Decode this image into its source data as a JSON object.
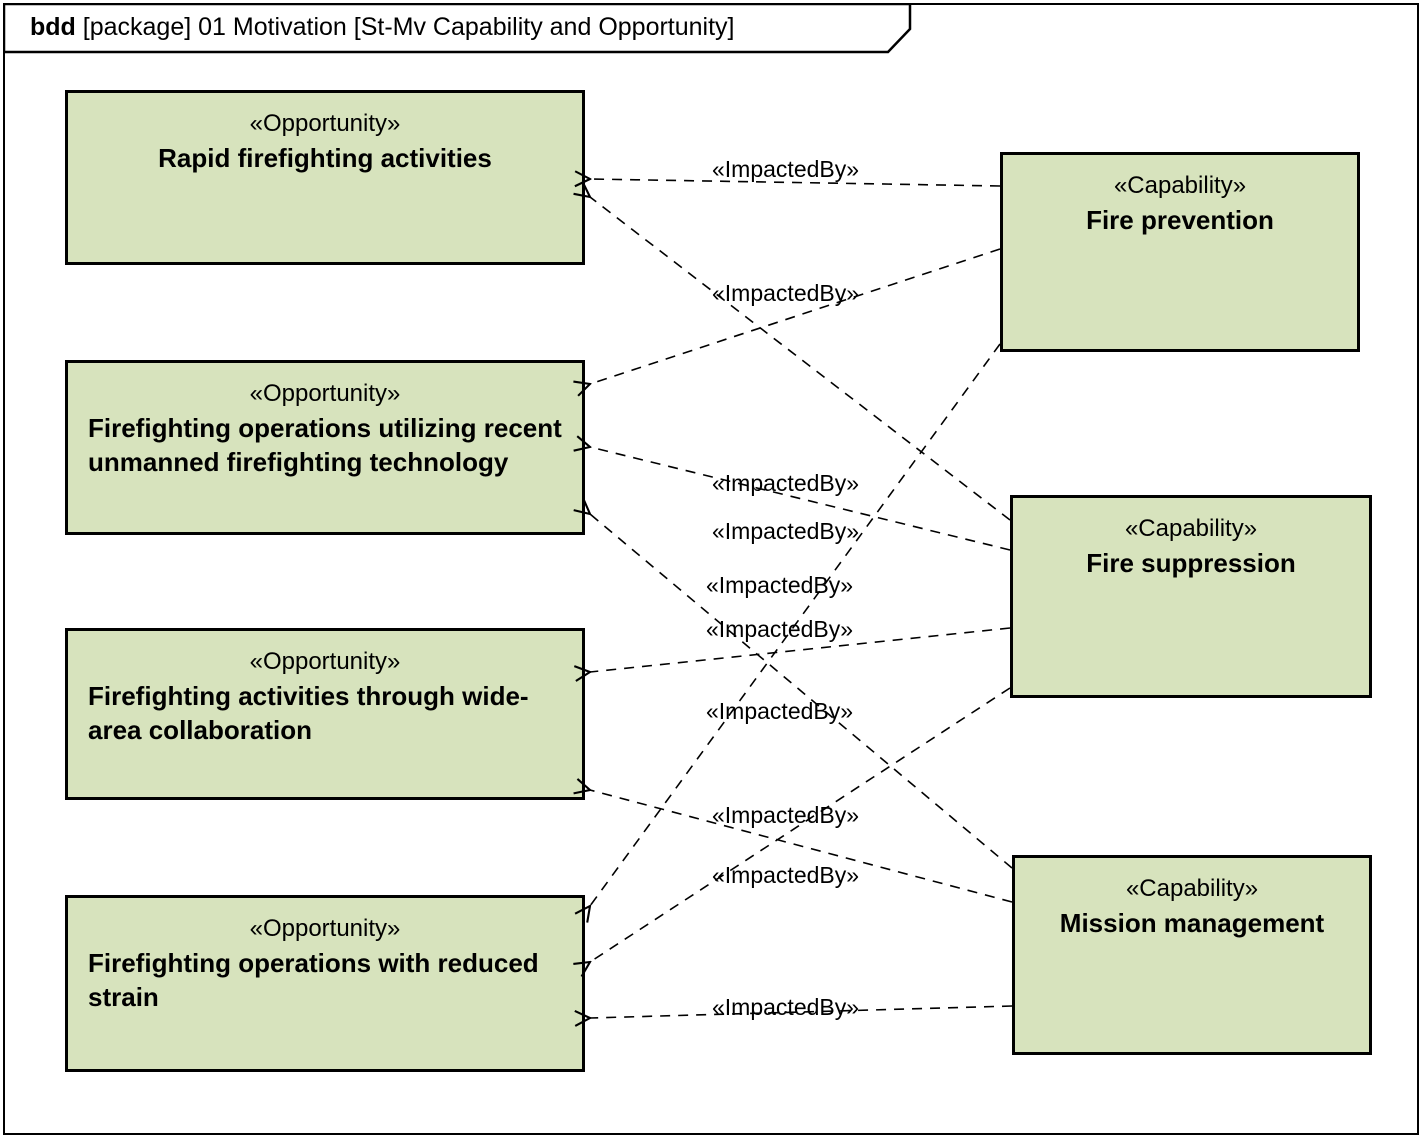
{
  "frame": {
    "title_keyword": "bdd",
    "title_rest": " [package] 01 Motivation [St-Mv Capability and Opportunity]"
  },
  "opportunities": [
    {
      "stereotype": "«Opportunity»",
      "name": "Rapid firefighting activities"
    },
    {
      "stereotype": "«Opportunity»",
      "name": "Firefighting operations utilizing recent unmanned firefighting technology"
    },
    {
      "stereotype": "«Opportunity»",
      "name": "Firefighting activities through wide-area collaboration"
    },
    {
      "stereotype": "«Opportunity»",
      "name": "Firefighting operations with reduced strain"
    }
  ],
  "capabilities": [
    {
      "stereotype": "«Capability»",
      "name": "Fire prevention"
    },
    {
      "stereotype": "«Capability»",
      "name": "Fire suppression"
    },
    {
      "stereotype": "«Capability»",
      "name": "Mission management"
    }
  ],
  "connections": [
    {
      "label": "«ImpactedBy»",
      "from": "Fire prevention",
      "to": "Rapid firefighting activities"
    },
    {
      "label": "«ImpactedBy»",
      "from": "Fire prevention",
      "to": "Firefighting operations utilizing recent unmanned firefighting technology"
    },
    {
      "label": "«ImpactedBy»",
      "from": "Fire prevention",
      "to": "Firefighting operations with reduced strain"
    },
    {
      "label": "«ImpactedBy»",
      "from": "Fire suppression",
      "to": "Rapid firefighting activities"
    },
    {
      "label": "«ImpactedBy»",
      "from": "Fire suppression",
      "to": "Firefighting operations utilizing recent unmanned firefighting technology"
    },
    {
      "label": "«ImpactedBy»",
      "from": "Fire suppression",
      "to": "Firefighting activities through wide-area collaboration"
    },
    {
      "label": "«ImpactedBy»",
      "from": "Fire suppression",
      "to": "Firefighting operations with reduced strain"
    },
    {
      "label": "«ImpactedBy»",
      "from": "Mission management",
      "to": "Firefighting operations utilizing recent unmanned firefighting technology"
    },
    {
      "label": "«ImpactedBy»",
      "from": "Mission management",
      "to": "Firefighting activities through wide-area collaboration"
    },
    {
      "label": "«ImpactedBy»",
      "from": "Mission management",
      "to": "Firefighting operations with reduced strain"
    }
  ],
  "colors": {
    "block_fill": "#d7e3bd",
    "block_border": "#000000",
    "background": "#ffffff",
    "line": "#000000"
  }
}
